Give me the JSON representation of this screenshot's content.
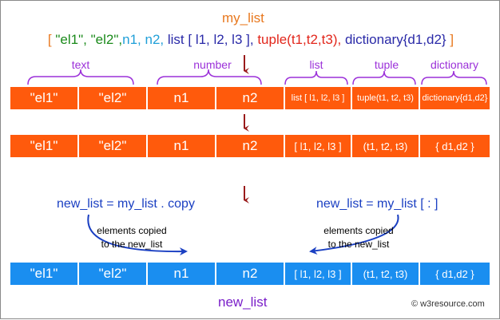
{
  "title": "my_list",
  "definition": {
    "open_bracket": "[",
    "el1": "\"el1\"",
    "comma1": ",",
    "el2": "\"el2\"",
    "comma2": ",",
    "n1": "n1,",
    "n2": "n2,",
    "list": "list [ l1, l2, l3 ],",
    "tuple": "tuple(t1,t2,t3),",
    "dict": "dictionary{d1,d2}",
    "close_bracket": "]"
  },
  "brace_labels": {
    "text": "text",
    "number": "number",
    "list": "list",
    "tuple": "tuple",
    "dictionary": "dictionary"
  },
  "row1": [
    "\"el1\"",
    "\"el2\"",
    "n1",
    "n2",
    "list [ l1, l2, l3 ]",
    "tuple(t1, t2, t3)",
    "dictionary{d1,d2}"
  ],
  "row2": [
    "\"el1\"",
    "\"el2\"",
    "n1",
    "n2",
    "[ l1, l2, l3 ]",
    "(t1, t2, t3)",
    "{ d1,d2 }"
  ],
  "row3": [
    "\"el1\"",
    "\"el2\"",
    "n1",
    "n2",
    "[ l1, l2, l3 ]",
    "(t1, t2, t3)",
    "{ d1,d2 }"
  ],
  "copy_left": "new_list = my_list . copy",
  "copy_right": "new_list = my_list [ : ]",
  "note_left": [
    "elements copied",
    "to the new_list"
  ],
  "note_right": [
    "elements copied",
    "to the new_list"
  ],
  "bottom_label": "new_list",
  "watermark": "w3resource.com",
  "colors": {
    "title": "#e8781e",
    "text_items": "#1a8a1a",
    "number_items": "#1f9fd8",
    "list_item": "#2a2aa8",
    "tuple_item": "#e2261b",
    "dict_item": "#2a2aa8",
    "brackets": "#e8781e",
    "brace": "#9b30d9",
    "orange_row": "#ff5a0c",
    "blue_row": "#1a8ef0",
    "arrow": "#9a1b1b",
    "copy_arrow": "#1a3fc2"
  }
}
